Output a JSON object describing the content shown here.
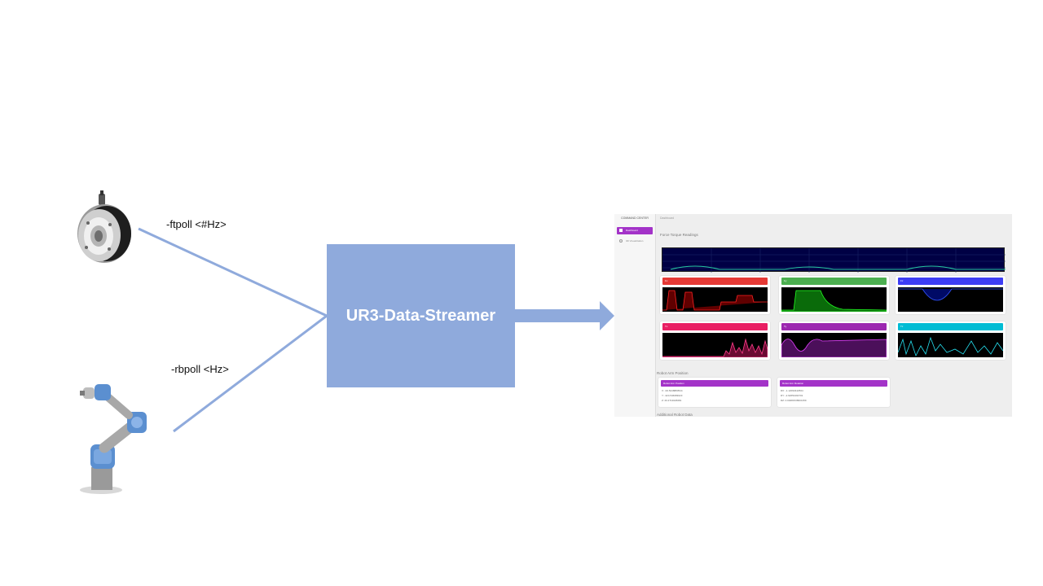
{
  "labels": {
    "ftpoll": "-ftpoll <#Hz>",
    "rbpoll": "-rbpoll <Hz>",
    "streamer": "UR3-Data-Streamer"
  },
  "colors": {
    "line": "#8faadc",
    "box": "#8faadc",
    "box_text": "#ffffff"
  },
  "dashboard": {
    "brand": "COMMAND CENTER",
    "nav": [
      "Dashboard",
      "3D Visualization"
    ],
    "breadcrumb": "Dashboard",
    "section_ft": "Force Torque Readings",
    "section_arm": "Robot Arm Position",
    "section_more": "Additional Robot Data",
    "cards": [
      {
        "label": "Fx",
        "color": "#e53935",
        "line": "#ff2222"
      },
      {
        "label": "Fy",
        "color": "#4caf50",
        "line": "#22ff22"
      },
      {
        "label": "Fz",
        "color": "#3d3df5",
        "line": "#3355ff"
      },
      {
        "label": "Tx",
        "color": "#e91e63",
        "line": "#ff3d8a"
      },
      {
        "label": "Ty",
        "color": "#9c27b0",
        "line": "#e040fb"
      },
      {
        "label": "Tz",
        "color": "#00bcd4",
        "line": "#26e0f0"
      }
    ],
    "pos_cards": [
      {
        "title": "Robot Arm Position",
        "lines": [
          "X: -93.5248883544",
          "Y: -324.546083023",
          "Z: 20.2713026681"
        ]
      },
      {
        "title": "Robot Arm Rotation",
        "lines": [
          "RX: -1.12093442564",
          "RY: -2.92654494701",
          "RZ: 0.00281538601359"
        ]
      }
    ]
  }
}
